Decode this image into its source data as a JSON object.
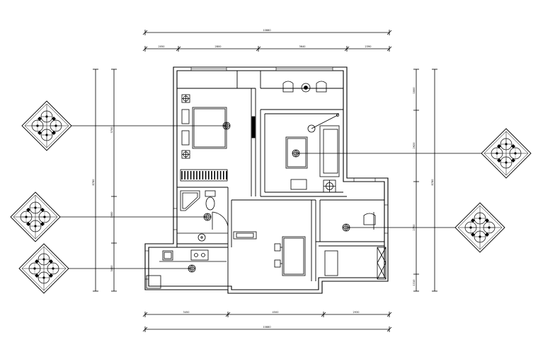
{
  "drawing": {
    "line_color": "#000000",
    "background": "#ffffff"
  },
  "dimensions": {
    "top_total": "10880",
    "top_segments": [
      "2050",
      "2800",
      "3640",
      "2390"
    ],
    "bottom_segments": [
      "3450",
      "4500",
      "2930"
    ],
    "bottom_total": "10880",
    "left_total": "8780",
    "left_segments": [
      "3700",
      "1680",
      "3400"
    ],
    "right_segments": [
      "1800",
      "2920",
      "2750",
      "1310"
    ],
    "right_total": "8780"
  },
  "icons": {
    "elevation_marker": "elevation-index-symbol",
    "door": "door-swing",
    "furniture": [
      "double-bed",
      "sofa",
      "armchair",
      "dining-set",
      "toilet",
      "washbasin",
      "stove",
      "single-bed",
      "wardrobe"
    ]
  }
}
